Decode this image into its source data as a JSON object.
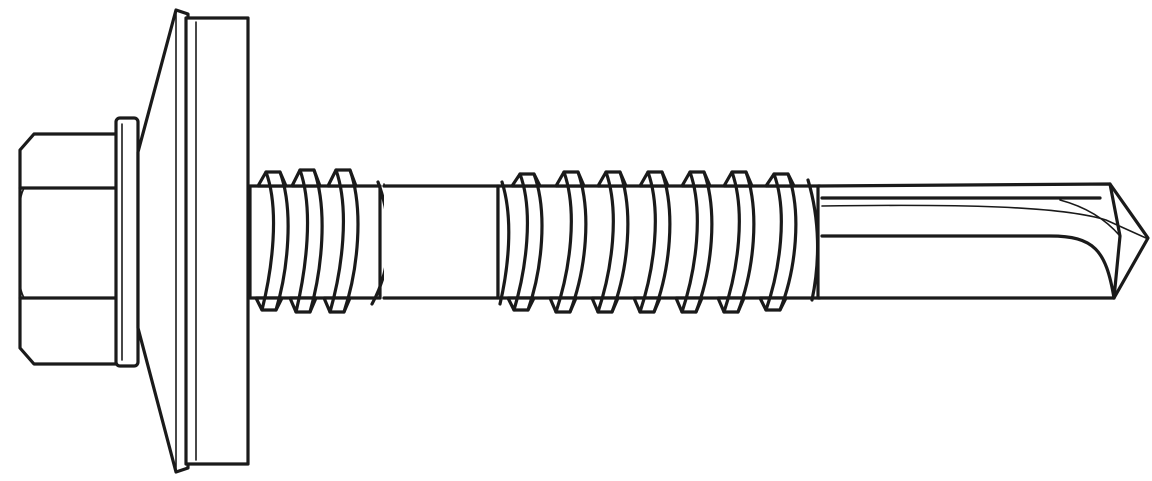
{
  "illustration": {
    "subject": "self-drilling-screw",
    "parts": [
      "hex-head",
      "bonded-washer",
      "threaded-shank",
      "unthreaded-shank",
      "drill-point"
    ],
    "colors": {
      "stroke": "#1a1a1a",
      "background": "#ffffff"
    }
  }
}
